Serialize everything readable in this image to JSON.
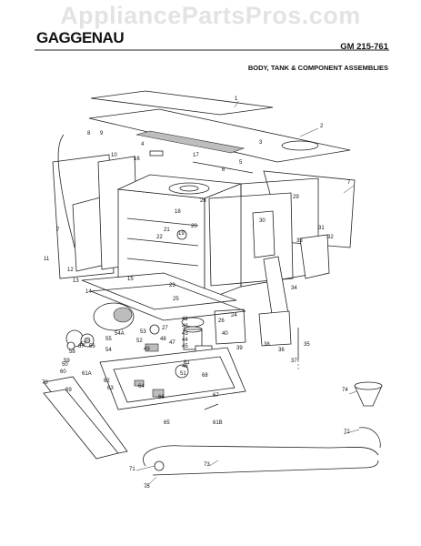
{
  "watermark": "AppliancePartsPros.com",
  "brand": "GAGGENAU",
  "model": "GM 215-761",
  "section_title": "BODY, TANK & COMPONENT ASSEMBLIES",
  "callouts": [
    "1",
    "2",
    "3",
    "4",
    "5",
    "6",
    "7",
    "7",
    "8",
    "9",
    "10",
    "11",
    "12",
    "13",
    "14",
    "15",
    "16",
    "17",
    "18",
    "19",
    "20",
    "21",
    "22",
    "23",
    "24",
    "25",
    "26",
    "26",
    "27",
    "29",
    "30",
    "31",
    "32",
    "33",
    "34",
    "35",
    "36",
    "37",
    "38",
    "39",
    "40",
    "41",
    "42",
    "43",
    "44",
    "45",
    "46",
    "47",
    "48",
    "49",
    "50",
    "51",
    "52",
    "53",
    "54",
    "54A",
    "55",
    "56",
    "57",
    "58",
    "59",
    "60",
    "61",
    "61A",
    "61B",
    "62",
    "63",
    "64",
    "65",
    "66",
    "67",
    "67",
    "68",
    "69",
    "70",
    "71",
    "72",
    "73",
    "74",
    "75"
  ]
}
